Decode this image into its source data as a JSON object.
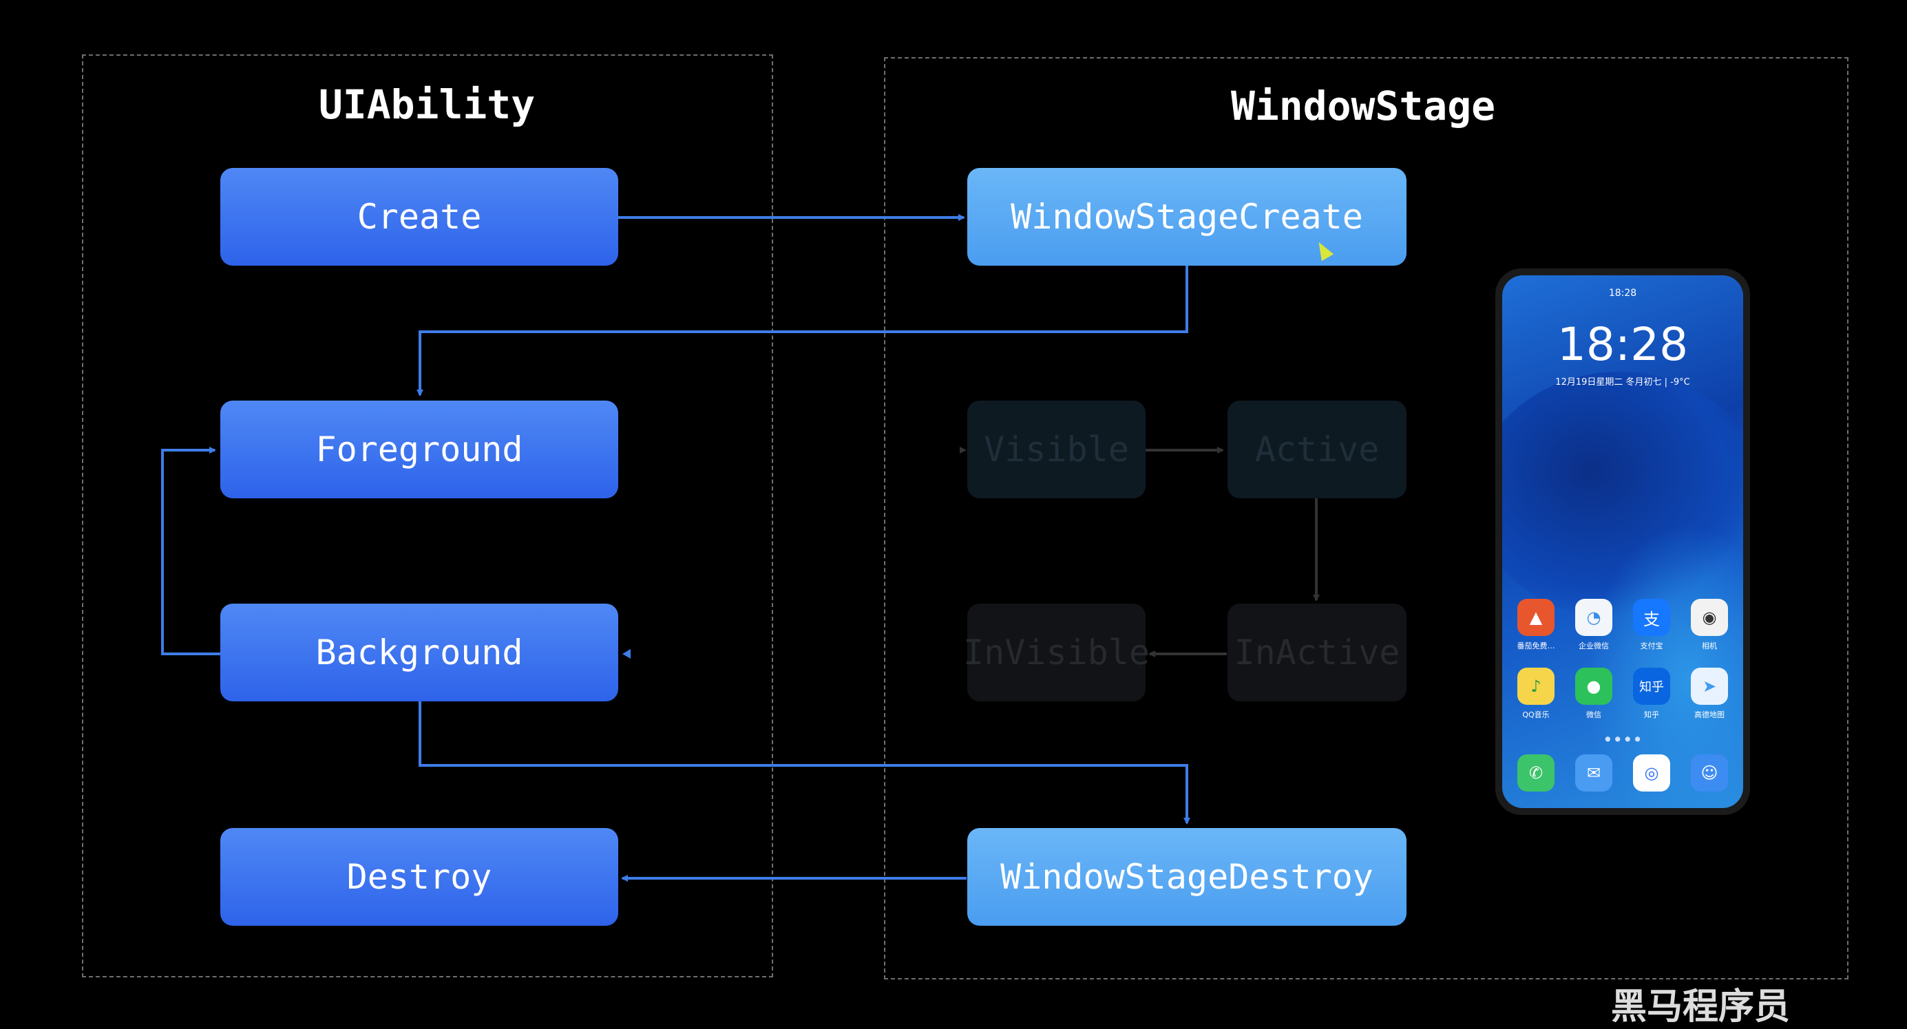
{
  "panels": {
    "left_title": "UIAbility",
    "right_title": "WindowStage"
  },
  "ability_states": {
    "create": "Create",
    "foreground": "Foreground",
    "background": "Background",
    "destroy": "Destroy"
  },
  "stage_states": {
    "create": "WindowStageCreate",
    "visible": "Visible",
    "active": "Active",
    "invisible": "InVisible",
    "inactive": "InActive",
    "destroy": "WindowStageDestroy"
  },
  "phone": {
    "status_bar": "18:28",
    "clock": "18:28",
    "date": "12月19日星期二  冬月初七  |  -9°C",
    "apps": [
      {
        "label": "番茄免费…",
        "icon": "book-icon",
        "color": "#e8562e"
      },
      {
        "label": "企业微信",
        "icon": "wecom-icon",
        "color": "#3a8ee6"
      },
      {
        "label": "支付宝",
        "icon": "alipay-icon",
        "color": "#1677ff"
      },
      {
        "label": "相机",
        "icon": "camera-icon",
        "color": "#3a3a3a"
      },
      {
        "label": "QQ音乐",
        "icon": "music-icon",
        "color": "#f6d54a"
      },
      {
        "label": "微信",
        "icon": "wechat-icon",
        "color": "#2dc15b"
      },
      {
        "label": "知乎",
        "icon": "zhihu-icon",
        "color": "#0a66e0"
      },
      {
        "label": "高德地图",
        "icon": "map-icon",
        "color": "#3f9cf0"
      }
    ],
    "dock": [
      {
        "icon": "phone-icon",
        "color": "#3cc46a"
      },
      {
        "icon": "message-icon",
        "color": "#4a9cf3"
      },
      {
        "icon": "browser-icon",
        "color": "#2f6ff0"
      },
      {
        "icon": "contacts-icon",
        "color": "#3d8cf2"
      }
    ]
  },
  "watermark": "黑马程序员"
}
